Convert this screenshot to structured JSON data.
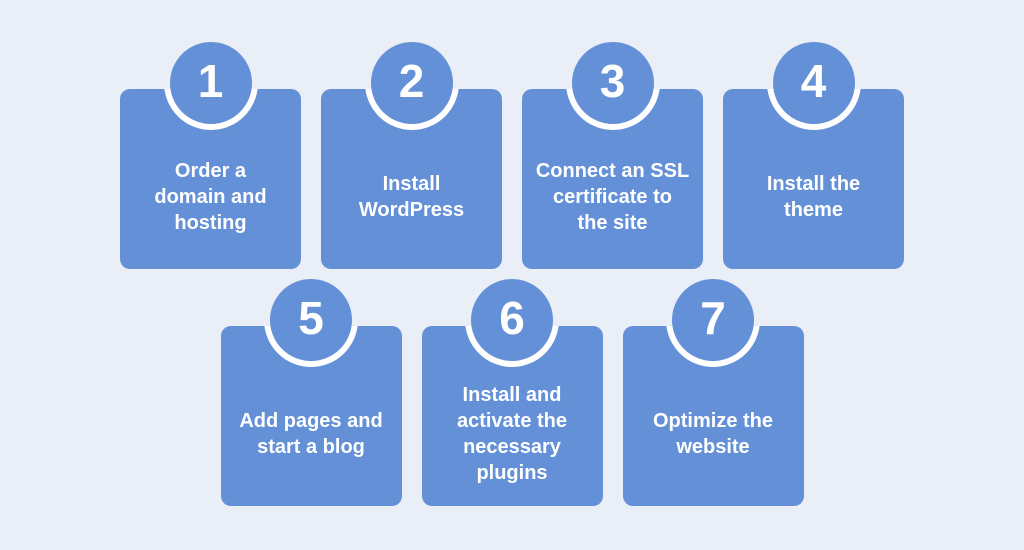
{
  "colors": {
    "background": "#EAEEF6",
    "card": "#6490D8",
    "ring": "#FFFFFF",
    "text": "#FFFFFF"
  },
  "steps": [
    {
      "number": "1",
      "label": "Order a\ndomain and\nhosting"
    },
    {
      "number": "2",
      "label": "Install\nWordPress"
    },
    {
      "number": "3",
      "label": "Connect an SSL\ncertificate to\nthe site"
    },
    {
      "number": "4",
      "label": "Install the\ntheme"
    },
    {
      "number": "5",
      "label": "Add pages and\nstart a blog"
    },
    {
      "number": "6",
      "label": "Install and\nactivate the\nnecessary\nplugins"
    },
    {
      "number": "7",
      "label": "Optimize the\nwebsite"
    }
  ]
}
